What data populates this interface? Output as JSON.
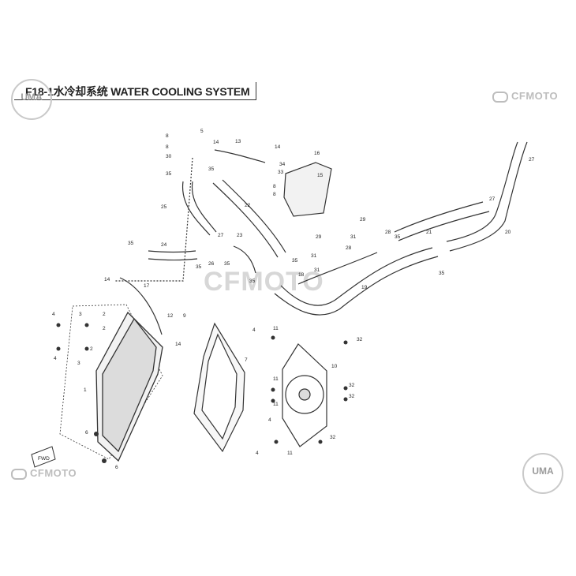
{
  "title": {
    "code": "F18-1",
    "cn": "水冷却系统",
    "en": "WATER COOLING SYSTEM"
  },
  "brand": {
    "top_right": "CFMOTO",
    "bottom_left": "CFMOTO",
    "watermark": "CFMOTO",
    "uma": "UMA"
  },
  "direction_tag": "FWD",
  "callouts": [
    "1",
    "2",
    "3",
    "4",
    "5",
    "6",
    "7",
    "8",
    "9",
    "10",
    "11",
    "12",
    "13",
    "14",
    "15",
    "16",
    "17",
    "18",
    "19",
    "20",
    "21",
    "22",
    "23",
    "24",
    "25",
    "26",
    "27",
    "28",
    "29",
    "30",
    "31",
    "32",
    "33",
    "34",
    "35"
  ]
}
